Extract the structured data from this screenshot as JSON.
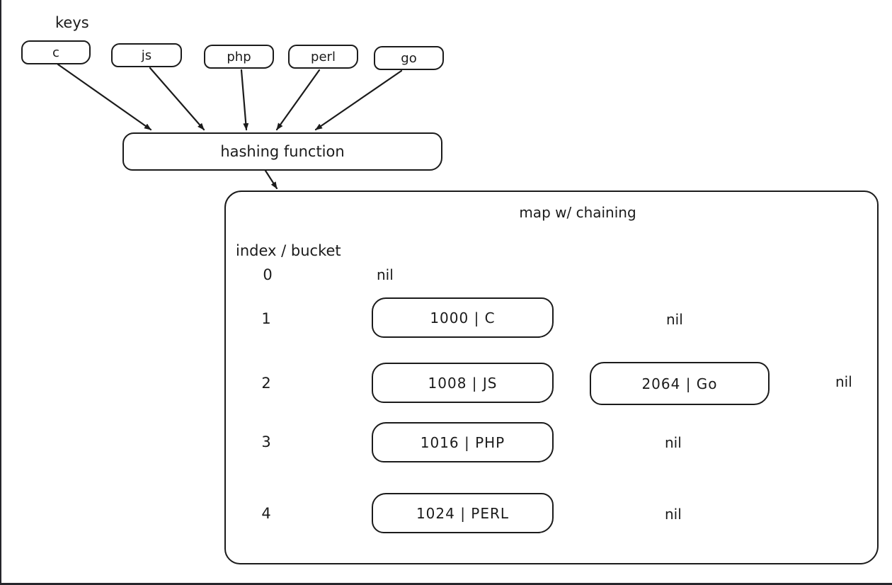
{
  "diagram": {
    "keys_label": "keys",
    "keys": [
      "c",
      "js",
      "php",
      "perl",
      "go"
    ],
    "hashing_function_label": "hashing function",
    "map": {
      "title": "map w/ chaining",
      "index_label": "index / bucket",
      "nil_label": "nil",
      "buckets": [
        {
          "index": "0",
          "nodes": []
        },
        {
          "index": "1",
          "nodes": [
            "1000 | C"
          ]
        },
        {
          "index": "2",
          "nodes": [
            "1008 | JS",
            "2064 | Go"
          ]
        },
        {
          "index": "3",
          "nodes": [
            "1016 | PHP"
          ]
        },
        {
          "index": "4",
          "nodes": [
            "1024 | PERL"
          ]
        }
      ]
    }
  }
}
